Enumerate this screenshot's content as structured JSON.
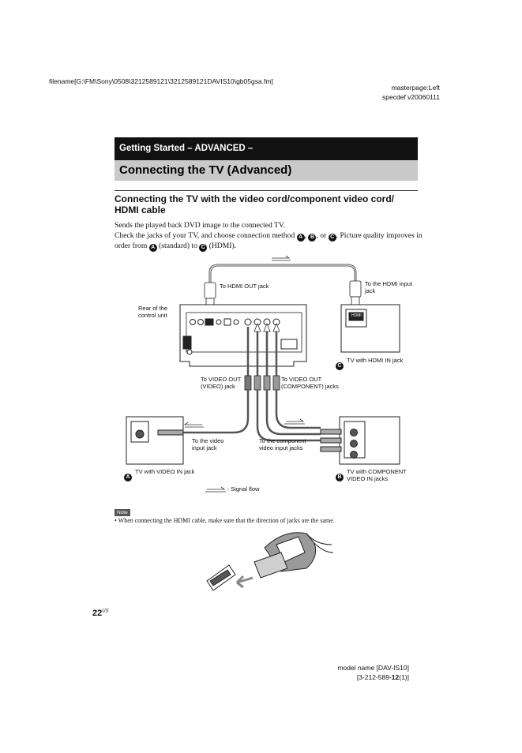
{
  "meta": {
    "filename": "filename[G:\\FM\\Sony\\0508\\3212589121\\3212589121DAVIS10\\gb05gsa.fm]",
    "masterpage": "masterpage:Left",
    "specdef": "specdef v20060111",
    "model_name": "model name [DAV-IS10]",
    "model_number_prefix": "[3-212-589-",
    "model_number_bold": "12",
    "model_number_suffix": "(1)]"
  },
  "header": {
    "section": "Getting Started – ADVANCED –",
    "title": "Connecting the TV (Advanced)"
  },
  "subheading": "Connecting the TV with the video cord/component video cord/ HDMI cable",
  "body": {
    "line1": "Sends the played back DVD image to the connected TV.",
    "line2_pre": "Check the jacks of your TV, and choose connection method",
    "sep1": ",",
    "sep2": ", or",
    "line2_post": ". Picture quality improves in",
    "line3_pre": "order from",
    "line3_mid": "(standard) to",
    "line3_post": "(HDMI).",
    "mark_a": "A",
    "mark_b": "B",
    "mark_c": "C"
  },
  "diagram": {
    "label_hdmi_out": "To HDMI OUT jack",
    "label_hdmi_in": "To the HDMI input jack",
    "label_rear_unit": "Rear of the control unit",
    "label_tv_hdmi": "TV with HDMI IN jack",
    "label_video_out": "To VIDEO OUT (VIDEO) jack",
    "label_component_out": "To VIDEO OUT (COMPONENT) jacks",
    "label_video_in": "To the video input jack",
    "label_component_in": "To the component video input jacks",
    "label_tv_video": "TV with VIDEO IN jack",
    "label_tv_component": "TV with COMPONENT VIDEO IN jacks",
    "label_signal_flow": ": Signal flow",
    "hdmi_logo": "HDMI"
  },
  "note": {
    "badge": "Note",
    "text": "• When connecting the HDMI cable, make sure that the direction of jacks are the same."
  },
  "page": {
    "number": "22",
    "suffix": "US"
  }
}
